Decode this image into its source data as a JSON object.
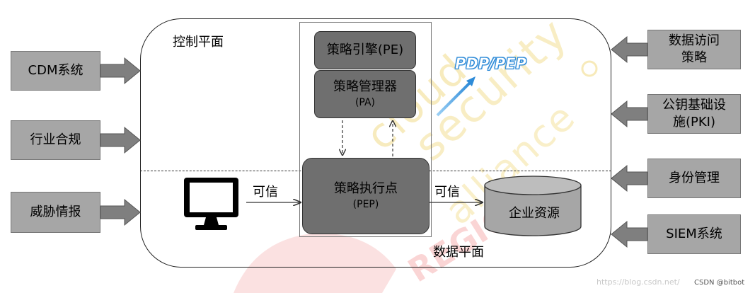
{
  "planes": {
    "control": "控制平面",
    "data": "数据平面"
  },
  "left_inputs": [
    "CDM系统",
    "行业合规",
    "威胁情报"
  ],
  "right_inputs": [
    {
      "line1": "数据访问",
      "line2": "策略"
    },
    {
      "line1": "公钥基础设",
      "line2": "施(PKI)"
    },
    {
      "line1": "身份管理",
      "line2": ""
    },
    {
      "line1": "SIEM系统",
      "line2": ""
    }
  ],
  "components": {
    "pe": "策略引擎(PE)",
    "pa_name": "策略管理器",
    "pa_abbr": "(PA)",
    "pep_name": "策略执行点",
    "pep_abbr": "(PEP)",
    "resource": "企业资源"
  },
  "flow_labels": {
    "trusted_left": "可信",
    "trusted_right": "可信"
  },
  "annotation": {
    "pdp_pep": "PDP/PEP"
  },
  "watermark": {
    "text": "cloud security alliance ®",
    "region": "REGION"
  },
  "footer": {
    "url": "https://blog.csdn.net/",
    "credit": "CSDN @bitbot"
  },
  "colors": {
    "component_fill": "#6f6f6f",
    "side_fill": "#a6a6a6",
    "arrow_fill": "#7f7f7f",
    "pdp_blue": "#2e8bd8"
  },
  "icons": {
    "subject": "monitor-icon",
    "resource": "database-cylinder-icon"
  }
}
